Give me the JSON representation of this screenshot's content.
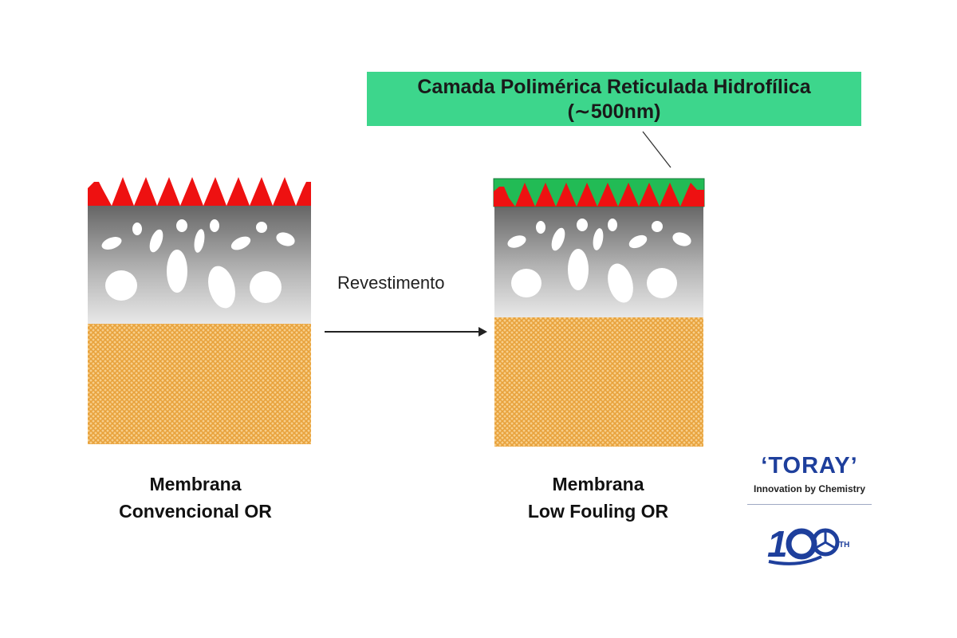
{
  "coating_label": {
    "line1": "Camada Polimérica Reticulada Hidrofílica",
    "line2": "(∼500nm)"
  },
  "process_label": "Revestimento",
  "membranes": {
    "conventional": {
      "line1": "Membrana",
      "line2": "Convencional OR"
    },
    "low_fouling": {
      "line1": "Membrana",
      "line2": "Low Fouling OR"
    }
  },
  "logo": {
    "brand": "ʻTORAYʼ",
    "tagline": "Innovation by Chemistry",
    "anniversary_suffix": "TH"
  },
  "colors": {
    "skin_layer": "#ee1111",
    "coating_layer": "#22bb55",
    "support_layer": "#f2b450",
    "coating_box": "#3dd68c",
    "brand_blue": "#1e3f9c"
  }
}
